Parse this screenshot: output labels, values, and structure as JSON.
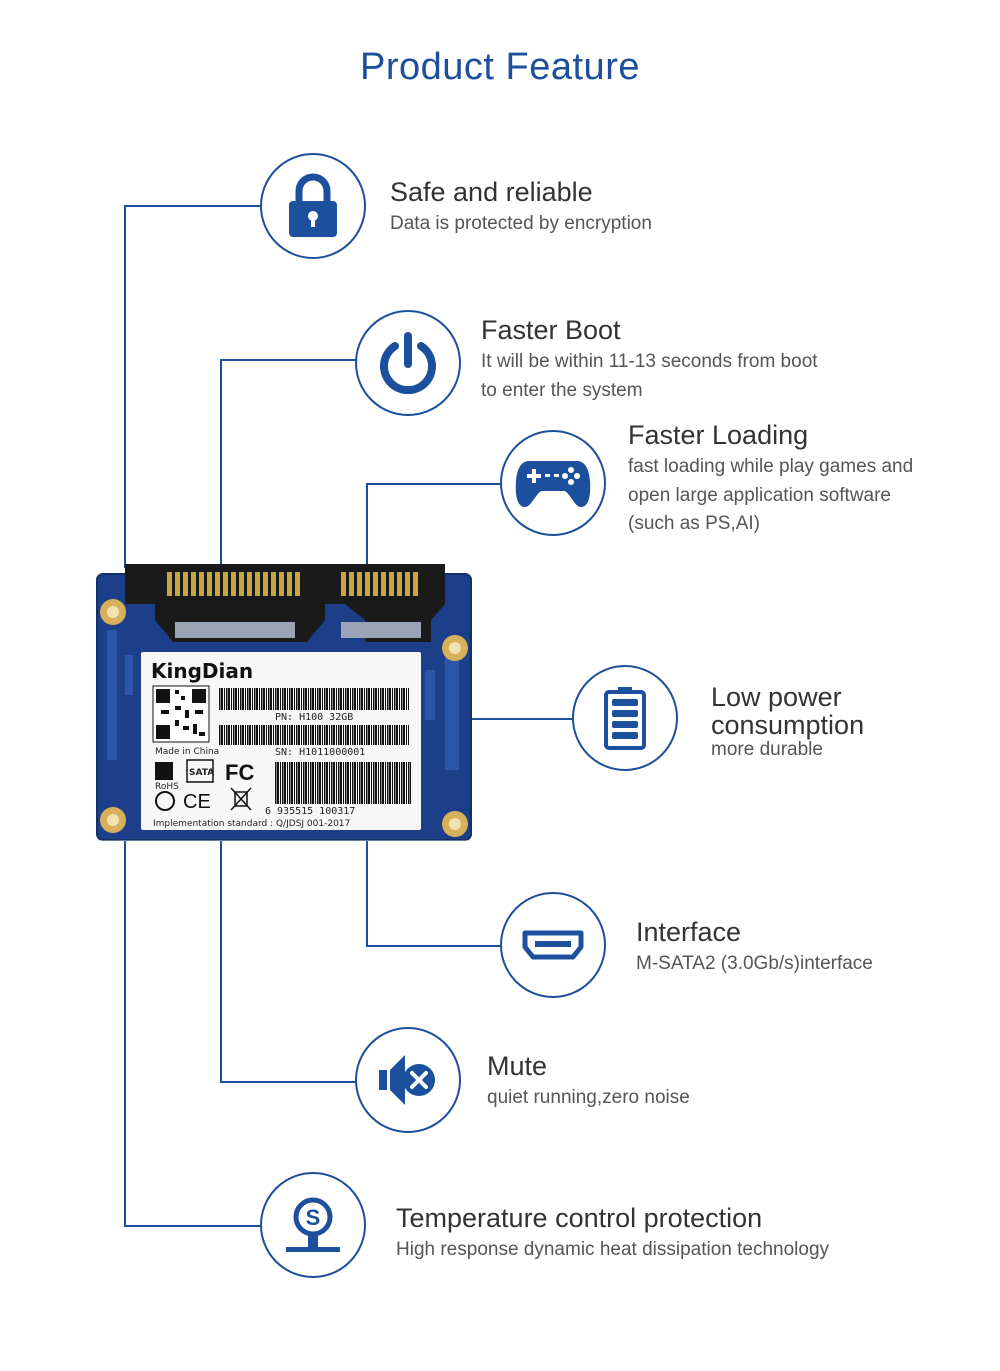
{
  "title": "Product  Feature",
  "features": [
    {
      "icon": "lock-icon",
      "title": "Safe and reliable",
      "desc": "Data is protected by encryption"
    },
    {
      "icon": "power-icon",
      "title": "Faster Boot",
      "desc": "It will be within 11-13 seconds from boot\nto enter the system"
    },
    {
      "icon": "gamepad-icon",
      "title": "Faster Loading",
      "desc": "fast loading while play games and\nopen large application software\n(such as PS,AI)"
    },
    {
      "icon": "battery-icon",
      "title": "Low power\nconsumption",
      "desc": "more durable"
    },
    {
      "icon": "hdmi-port-icon",
      "title": "Interface",
      "desc": "M-SATA2  (3.0Gb/s)interface"
    },
    {
      "icon": "speaker-mute-icon",
      "title": "Mute",
      "desc": "quiet running,zero noise"
    },
    {
      "icon": "thermometer-icon",
      "title": "Temperature control protection",
      "desc": "High response dynamic heat dissipation technology"
    }
  ],
  "product": {
    "brand": "KingDian",
    "pn": "PN: H100  32GB",
    "sn": "SN: H1011000001",
    "made_in": "Made in China",
    "barcode_number": "6  935515  100317",
    "standard": "Implementation standard : Q/JDSJ 001-2017",
    "cert_fc": "FC",
    "cert_ce": "CE",
    "cert_sata": "SATA",
    "cert_rohs": "RoHS"
  },
  "colors": {
    "accent": "#1c4f9c",
    "pcb": "#1d3f8a",
    "gold": "#c9a543"
  }
}
